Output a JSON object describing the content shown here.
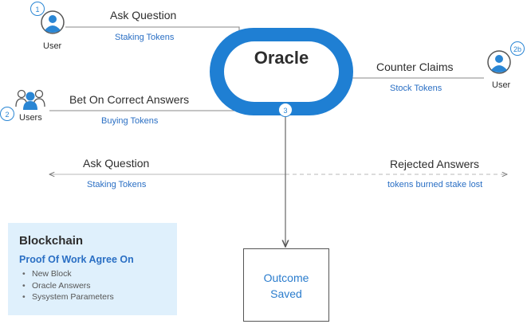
{
  "oracle": {
    "label": "Oracle"
  },
  "actors": {
    "user1": {
      "step": "1",
      "label": "User"
    },
    "users2": {
      "step": "2",
      "label": "Users"
    },
    "user2b": {
      "step": "2b",
      "label": "User"
    }
  },
  "flows": {
    "ask_question_top": {
      "title": "Ask Question",
      "subtitle": "Staking Tokens"
    },
    "bet_correct": {
      "title": "Bet On Correct Answers",
      "subtitle": "Buying Tokens"
    },
    "counter_claims": {
      "title": "Counter Claims",
      "subtitle": "Stock Tokens"
    },
    "ask_question_bottom": {
      "title": "Ask Question",
      "subtitle": "Staking Tokens"
    },
    "rejected_answers": {
      "title": "Rejected Answers",
      "subtitle": "tokens burned stake lost"
    }
  },
  "step3": {
    "label": "3"
  },
  "outcome": {
    "line1": "Outcome",
    "line2": "Saved"
  },
  "blockchain": {
    "title": "Blockchain",
    "subtitle": "Proof Of Work Agree On",
    "items": [
      "New Block",
      "Oracle Answers",
      "Sysystem Parameters"
    ]
  },
  "colors": {
    "accent": "#1f7fd3",
    "step_ring": "#2a86d4",
    "blue_text": "#2a6fc4",
    "panel": "#dff0fc",
    "line": "#8a8a8a"
  },
  "icons": {
    "user": "user-icon",
    "group": "users-group-icon"
  }
}
